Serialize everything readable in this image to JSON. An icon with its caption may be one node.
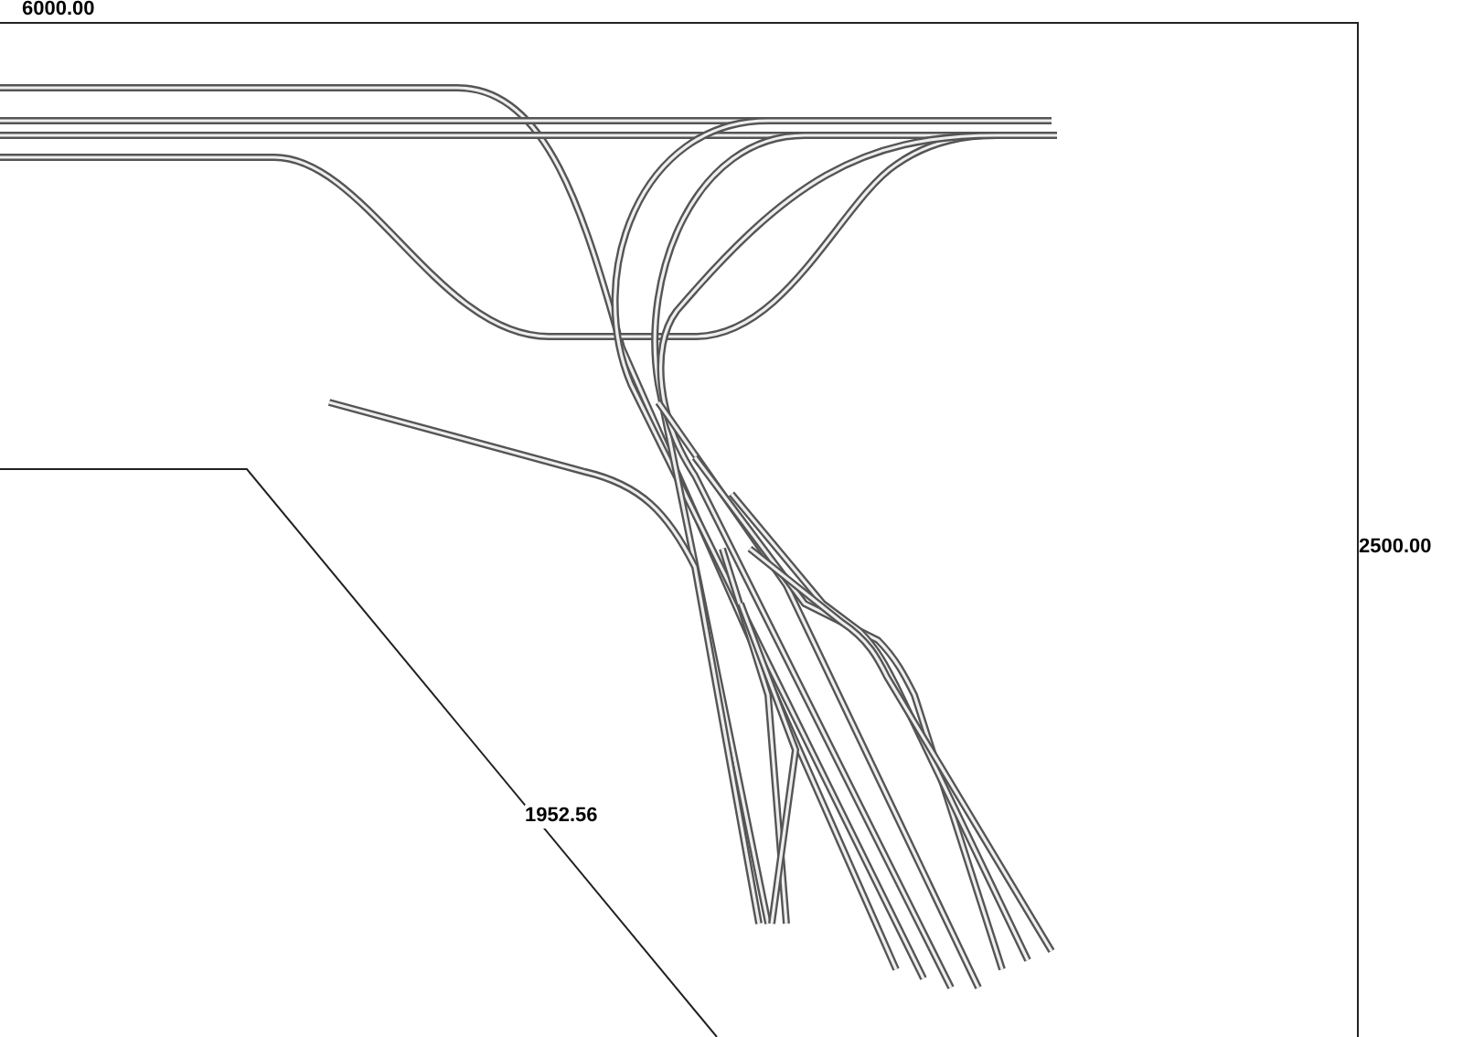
{
  "diagram": {
    "labels": [
      "6000.00",
      "2500.00",
      "1952.56"
    ]
  }
}
